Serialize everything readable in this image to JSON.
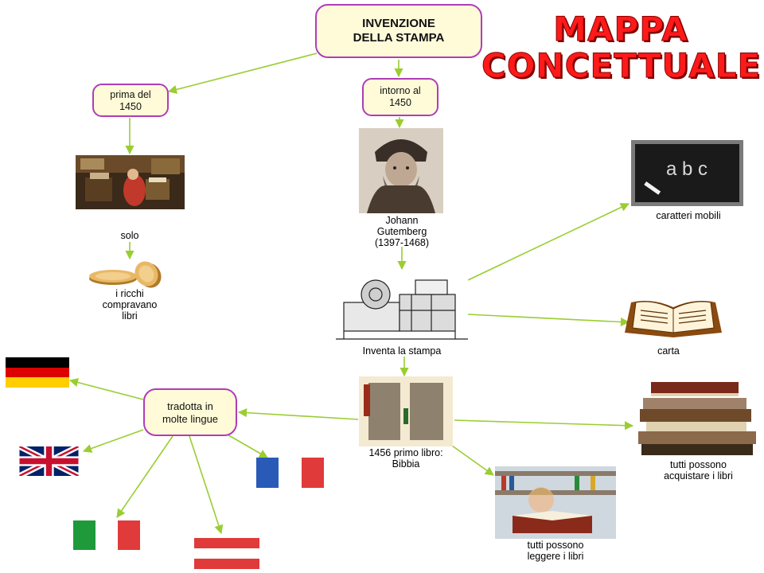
{
  "title": {
    "line1": "MAPPA",
    "line2": "CONCETTUALE"
  },
  "nodes": {
    "root": "INVENZIONE\nDELLA STAMPA",
    "before": "prima del\n1450",
    "around": "intorno al\n1450",
    "translated": "tradotta in\nmolte lingue"
  },
  "captions": {
    "solo": "solo",
    "rich": "i ricchi\ncompravano\nlibri",
    "gutenberg": "Johann\nGutemberg\n(1397-1468)",
    "press": "Inventa la stampa",
    "movable": "caratteri mobili",
    "paper": "carta",
    "bible": "1456 primo libro:\nBibbia",
    "buy": "tutti possono\nacquistare i libri",
    "read": "tutti possono\nleggere i libri",
    "chalk": "a b c"
  },
  "colors": {
    "node_fill": "#fffbd9",
    "node_border": "#b03cb8",
    "arrow": "#9acd32",
    "title": "#ff1a1a"
  },
  "icons": [
    "medieval-scribe-image",
    "coins-image",
    "gutenberg-portrait",
    "printing-press-image",
    "chalkboard-image",
    "open-book-image",
    "bible-page-image",
    "book-stack-image",
    "child-reading-image",
    "german-flag",
    "uk-flag",
    "french-flag",
    "italian-flag",
    "austrian-flag"
  ]
}
